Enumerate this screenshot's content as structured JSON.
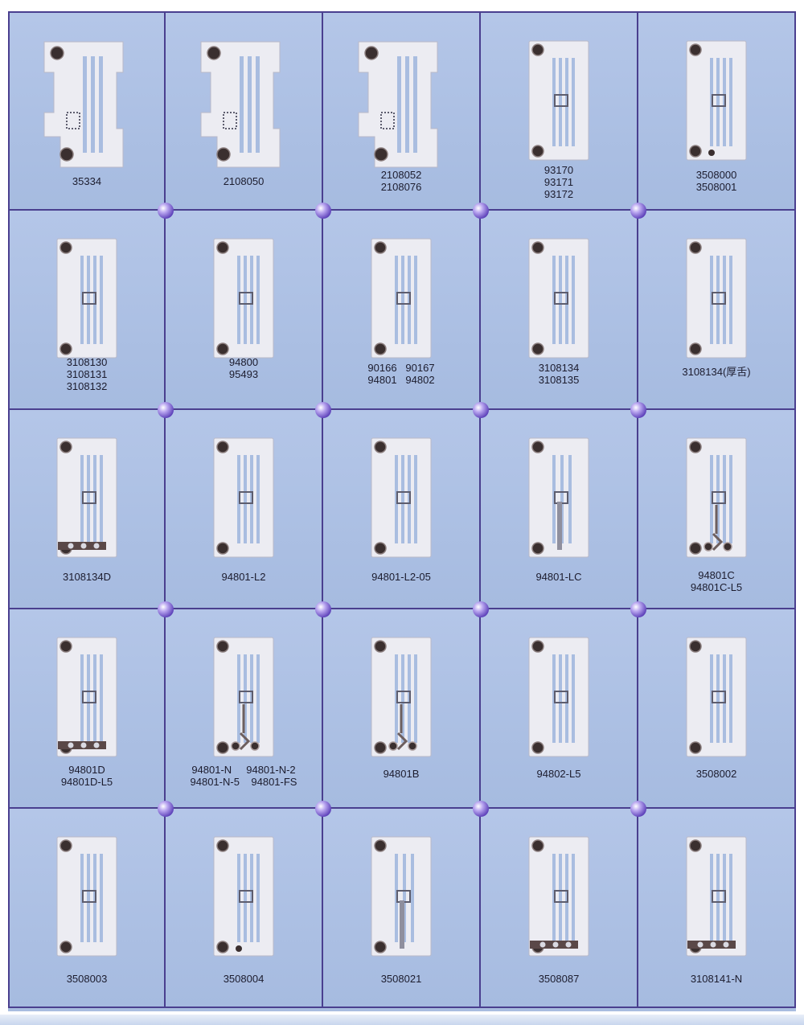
{
  "catalog": {
    "columns": 5,
    "rows": [
      [
        {
          "shape": "overlock-a",
          "label": "35334"
        },
        {
          "shape": "overlock-b",
          "label": "2108050"
        },
        {
          "shape": "overlock-c",
          "label": "2108052\n2108076"
        },
        {
          "shape": "rect-narrow",
          "label": "93170\n93171\n93172"
        },
        {
          "shape": "rect-screw-small",
          "label": "3508000\n3508001"
        }
      ],
      [
        {
          "shape": "rect",
          "label": "3108130\n3108131\n3108132"
        },
        {
          "shape": "rect",
          "label": "94800\n95493"
        },
        {
          "shape": "rect",
          "label": "90166   90167\n94801   94802"
        },
        {
          "shape": "rect",
          "label": "3108134\n3108135"
        },
        {
          "shape": "rect",
          "label": "3108134(厚舌)"
        }
      ],
      [
        {
          "shape": "rect-bar",
          "label": "3108134D"
        },
        {
          "shape": "rect",
          "label": "94801-L2"
        },
        {
          "shape": "rect",
          "label": "94801-L2-05"
        },
        {
          "shape": "rect-center",
          "label": "94801-LC"
        },
        {
          "shape": "rect-guide",
          "label": "94801C\n94801C-L5"
        }
      ],
      [
        {
          "shape": "rect-bar",
          "label": "94801D\n94801D-L5"
        },
        {
          "shape": "rect-guide",
          "label": "94801-N     94801-N-2\n94801-N-5    94801-FS"
        },
        {
          "shape": "rect-guide",
          "label": "94801B"
        },
        {
          "shape": "rect",
          "label": "94802-L5"
        },
        {
          "shape": "rect",
          "label": "3508002"
        }
      ],
      [
        {
          "shape": "rect",
          "label": "3508003"
        },
        {
          "shape": "rect-screw-small",
          "label": "3508004"
        },
        {
          "shape": "rect-center",
          "label": "3508021"
        },
        {
          "shape": "rect-bar",
          "label": "3508087"
        },
        {
          "shape": "rect-bar",
          "label": "3108141-N"
        }
      ]
    ]
  },
  "colors": {
    "cell_background": "#a9bde0",
    "grid_line": "#4a3f8f",
    "plate_metal": "#e6e6ee",
    "label_text": "#1c1c2e"
  }
}
